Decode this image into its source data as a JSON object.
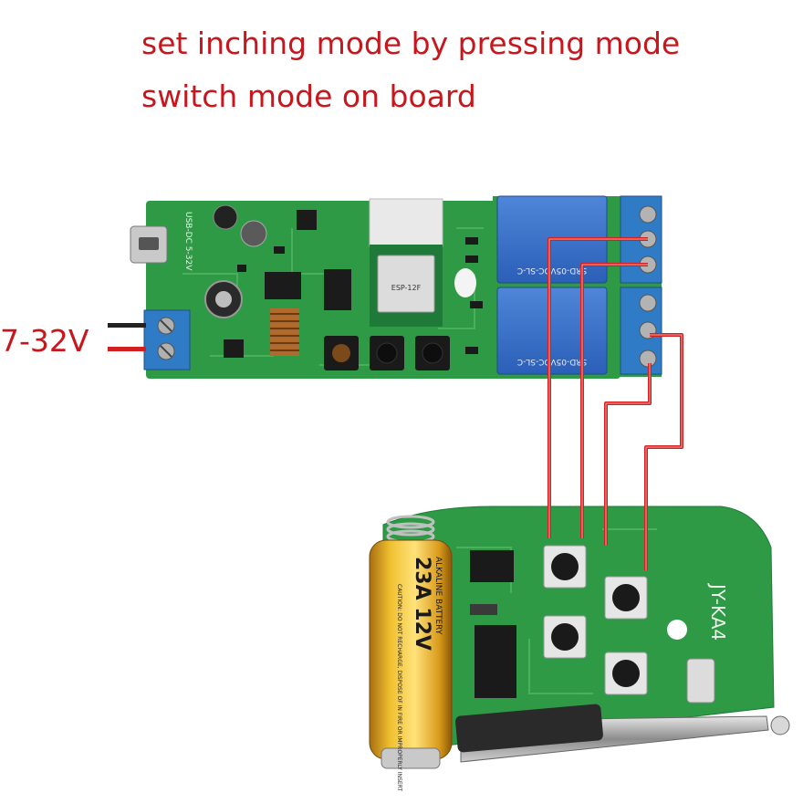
{
  "caption": {
    "line1": "set inching mode by pressing mode",
    "line2": "switch mode on board"
  },
  "power_label": "7-32V",
  "board": {
    "usb_label": "USB-DC 5-32V",
    "relay_text_1": "SRD-05VDC-SL-C",
    "relay_text_2": "SRD-05VDC-SL-C",
    "module_label": "ESP-12F"
  },
  "remote": {
    "silk_label": "JY-KA4",
    "battery_label": "23A 12V",
    "battery_brand": "ALKALINE BATTERY",
    "battery_caution": "CAUTION: DO NOT RECHARGE, DISPOSE OF IN FIRE OR IMPROPERLY INSERT"
  },
  "colors": {
    "wire": "#d22020",
    "board_green": "#2f9a45",
    "terminal_blue": "#2f7bc6",
    "caption_red": "#c8161d"
  }
}
